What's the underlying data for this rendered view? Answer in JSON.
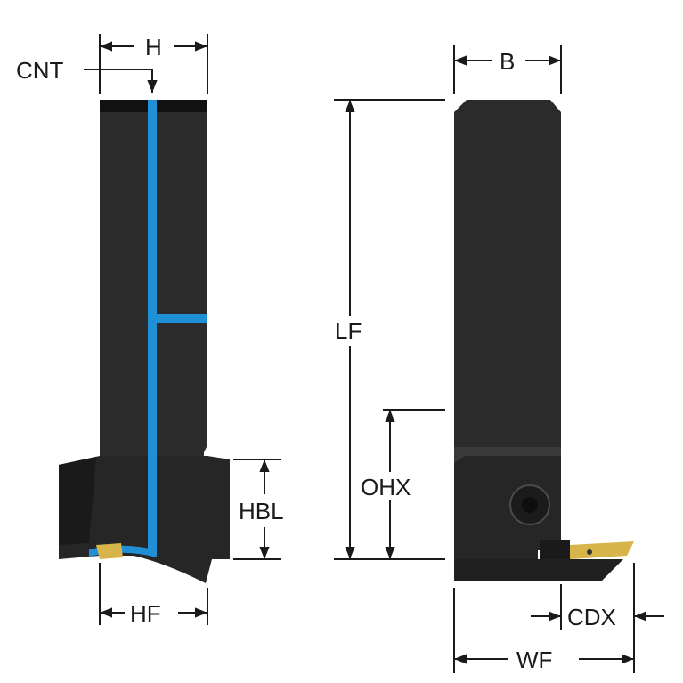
{
  "colors": {
    "body": "#2b2b2b",
    "body_shade": "#1c1c1c",
    "coolant": "#1f8fd6",
    "insert": "#d8b54a",
    "line": "#1a1a1a",
    "background": "#ffffff"
  },
  "labels": {
    "cnt": "CNT",
    "h": "H",
    "b": "B",
    "lf": "LF",
    "ohx": "OHX",
    "hbl": "HBL",
    "hf": "HF",
    "cdx": "CDX",
    "wf": "WF"
  }
}
